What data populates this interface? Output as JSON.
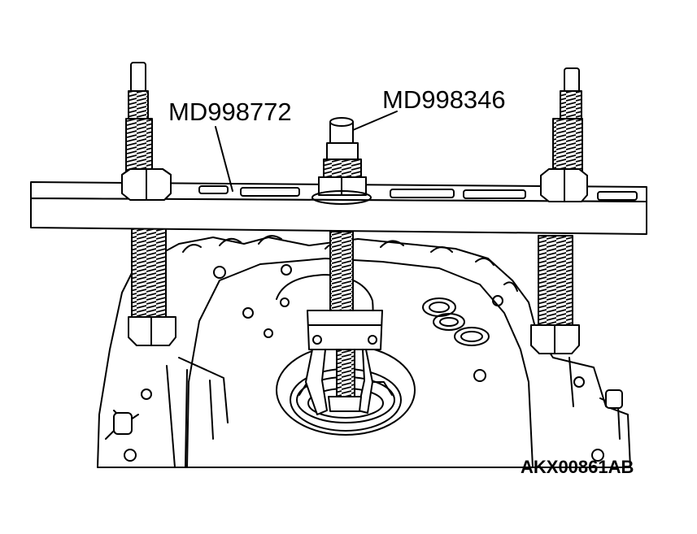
{
  "labels": {
    "bar_tool": "MD998772",
    "puller_tool": "MD998346",
    "figure_id": "AKX00861AB"
  },
  "colors": {
    "ink": "#000000",
    "paper": "#ffffff"
  }
}
